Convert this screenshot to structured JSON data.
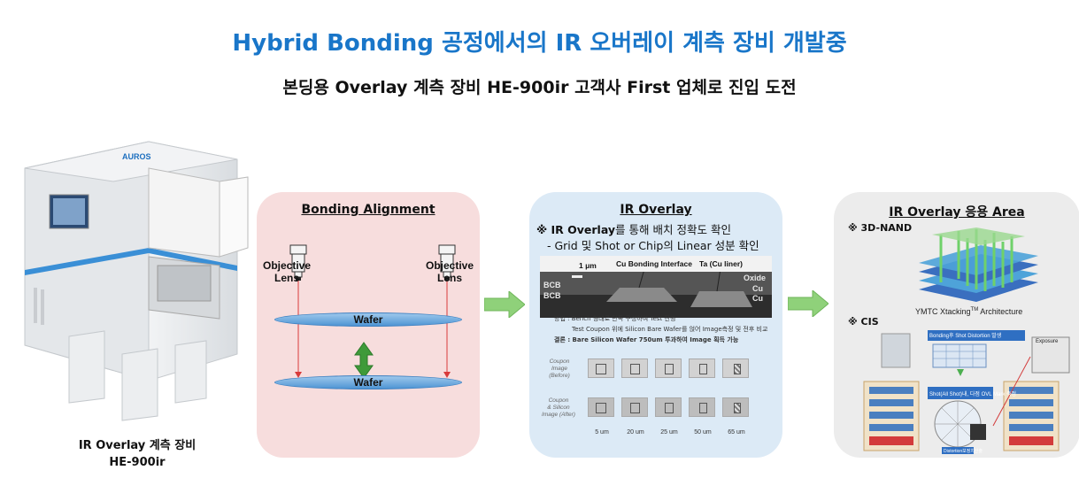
{
  "header": {
    "title": "Hybrid Bonding 공정에서의 IR 오버레이 계측 장비 개발중",
    "subtitle": "본딩용 Overlay 계측 장비 HE-900ir 고객사 First 업체로 진입 도전"
  },
  "equipment": {
    "brand": "AUROS",
    "caption_line1": "IR Overlay 계측 장비",
    "caption_line2": "HE-900ir"
  },
  "bonding_panel": {
    "title": "Bonding Alignment",
    "lens_left": "Objective\nLens",
    "lens_right": "Objective\nLens",
    "wafer_top": "Wafer",
    "wafer_bottom": "Wafer"
  },
  "ir_panel": {
    "title": "IR Overlay",
    "note_line1_prefix": "※ IR Overlay",
    "note_line1_rest": "를 통해 배치 정확도 확인",
    "note_line2": "- Grid 및 Shot or Chip의 Linear 성분 확인",
    "cross_section": {
      "scale": "1 μm",
      "interface": "Cu Bonding Interface",
      "liner": "Ta (Cu liner)",
      "oxide": "Oxide",
      "bcb1": "BCB",
      "bcb2": "BCB",
      "cu1": "Cu",
      "cu2": "Cu"
    },
    "method_line1": "방법 : Bench 형태로 단독 구성하여 Test 진행",
    "method_line2": "Test Coupon 위에 Silicon Bare Wafer를 얹어 Image측정 및 전후 비교",
    "method_line3": "결론 : Bare Silicon Wafer 750um 투과하여 Image 획득 가능",
    "row1_label": "Coupon\nImage\n(Before)",
    "row2_label": "Coupon\n& Silicon\nImage (After)",
    "scales": [
      "5 um",
      "20 um",
      "25 um",
      "50 um",
      "65 um"
    ]
  },
  "app_panel": {
    "title": "IR Overlay 응용 Area",
    "nand_label": "※ 3D-NAND",
    "ymtc_caption": "YMTC Xtacking",
    "ymtc_tm": "TM",
    "ymtc_suffix": " Architecture",
    "cis_label": "※ CIS",
    "cis_bonding": "Bonding후 Shot Distortion 발생",
    "cis_exposure": "Exposure",
    "cis_shot": "Shot(All Shot)내, 다점 OVL Mark 측정",
    "cis_distortion": "Distortion보정치산출"
  },
  "colors": {
    "title_blue": "#1976c9",
    "arrow_green": "#8fd17a",
    "panel_pink": "#f7dddd",
    "panel_blue": "#dceaf6",
    "panel_gray": "#ececec"
  }
}
